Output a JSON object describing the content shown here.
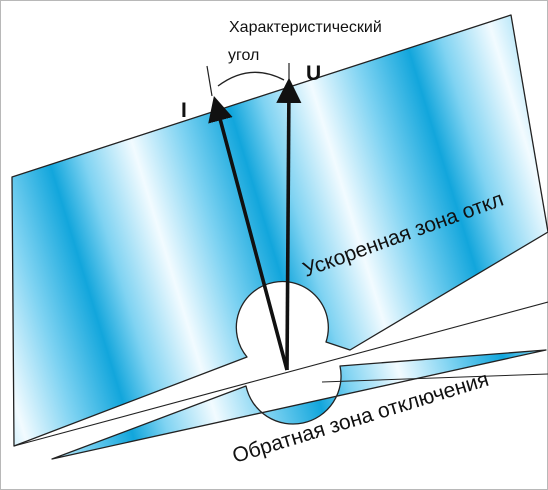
{
  "labels": {
    "angle_line1": "Характеристический",
    "angle_line2": "угол",
    "current_vector": "I",
    "voltage_vector": "U",
    "fast_zone": "Ускоренная зона откл",
    "reverse_zone": "Обратная зона отключения"
  },
  "colors": {
    "zone_light": "#f2fbff",
    "zone_mid": "#7fd3f2",
    "zone_dark": "#12a6dc",
    "outline": "#222222",
    "arrow": "#111111",
    "frame": "#b8b8b8"
  },
  "icons": {
    "current_vector": "arrow-up-right-icon",
    "voltage_vector": "arrow-up-icon",
    "angle_arc": "arc-icon"
  }
}
